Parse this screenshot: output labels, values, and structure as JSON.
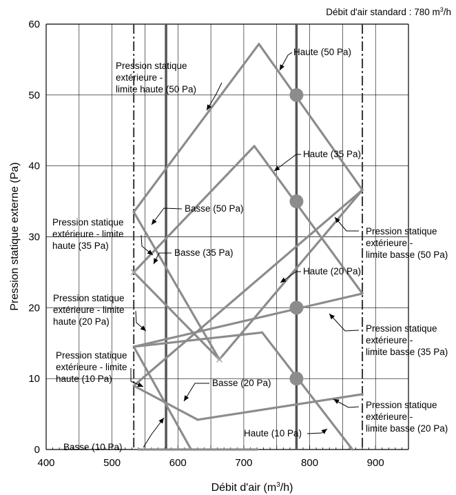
{
  "chart_data": {
    "type": "line",
    "title": "Débit d'air standard : 780 m³/h",
    "xlabel": "Débit d'air (m³/h)",
    "ylabel": "Pression statique externe (Pa)",
    "xlim": [
      400,
      950
    ],
    "ylim": [
      0,
      60
    ],
    "x_ticks": [
      "400",
      "500",
      "600",
      "700",
      "800",
      "900"
    ],
    "y_ticks": [
      "0",
      "10",
      "20",
      "30",
      "40",
      "50",
      "60"
    ],
    "grid": true,
    "colors": {
      "curve": "#8c8c8c",
      "line": "#555555",
      "marker": "#8c8c8c",
      "grid": "#000000"
    },
    "reference_lines": {
      "solid_x": [
        582,
        780
      ],
      "dashdot_x": [
        533,
        880
      ]
    },
    "series": [
      {
        "name": "Haute (50 Pa)",
        "points": [
          [
            723,
            57.2
          ],
          [
            880,
            36.6
          ]
        ]
      },
      {
        "name": "Haute (35 Pa)",
        "points": [
          [
            716,
            42.8
          ],
          [
            880,
            22.0
          ]
        ]
      },
      {
        "name": "Haute (20 Pa)",
        "points": [
          [
            728,
            16.5
          ],
          [
            865,
            0
          ]
        ]
      },
      {
        "name": "Haute (10 Pa)",
        "points": [
          [
            630,
            4.2
          ],
          [
            880,
            7.8
          ]
        ]
      },
      {
        "name": "Basse (50 Pa)",
        "points": [
          [
            533,
            33.5
          ],
          [
            723,
            57.2
          ]
        ]
      },
      {
        "name": "Basse (35 Pa)",
        "points": [
          [
            533,
            25.0
          ],
          [
            716,
            42.8
          ]
        ]
      },
      {
        "name": "Basse (20 Pa)",
        "points": [
          [
            533,
            14.5
          ],
          [
            728,
            16.5
          ]
        ]
      },
      {
        "name": "Basse (10 Pa)",
        "points": [
          [
            533,
            9.0
          ],
          [
            630,
            4.2
          ]
        ]
      },
      {
        "name": "Pression statique extérieure - limite haute (50 Pa)",
        "points": [
          [
            533,
            33.5
          ],
          [
            663,
            12.7
          ]
        ]
      },
      {
        "name": "Pression statique extérieure - limite haute (35 Pa)",
        "points": [
          [
            533,
            25.0
          ],
          [
            663,
            12.7
          ]
        ]
      },
      {
        "name": "Pression statique extérieure - limite haute (20 Pa)",
        "points": [
          [
            533,
            14.5
          ],
          [
            620,
            0
          ]
        ]
      },
      {
        "name": "Pression statique extérieure - limite haute (10 Pa)",
        "points": [
          [
            533,
            9.0
          ],
          [
            880,
            36.6
          ]
        ]
      },
      {
        "name": "Pression statique extérieure - limite basse (50 Pa)",
        "points": [
          [
            663,
            12.7
          ],
          [
            880,
            36.6
          ]
        ]
      },
      {
        "name": "Pression statique extérieure - limite basse (35 Pa)",
        "points": [
          [
            533,
            14.5
          ],
          [
            880,
            22.0
          ]
        ]
      },
      {
        "name": "Pression statique extérieure - limite basse (20 Pa)",
        "points": [
          [
            540,
            0
          ],
          [
            720,
            0
          ]
        ]
      }
    ],
    "markers": [
      [
        780,
        50
      ],
      [
        780,
        35
      ],
      [
        780,
        20
      ],
      [
        780,
        10
      ]
    ],
    "annotations": [
      {
        "lines": [
          "Haute (50 Pa)"
        ]
      },
      {
        "lines": [
          "Haute (35 Pa)"
        ]
      },
      {
        "lines": [
          "Haute (20 Pa)"
        ]
      },
      {
        "lines": [
          "Haute (10 Pa)"
        ]
      },
      {
        "lines": [
          "Basse (50 Pa)"
        ]
      },
      {
        "lines": [
          "Basse (35 Pa)"
        ]
      },
      {
        "lines": [
          "Basse (20 Pa)"
        ]
      },
      {
        "lines": [
          "Basse (10 Pa)"
        ]
      },
      {
        "lines": [
          "Pression statique",
          "extérieure -",
          "limite haute (50 Pa)"
        ]
      },
      {
        "lines": [
          "Pression statique",
          "extérieure - limite",
          "haute (35 Pa)"
        ]
      },
      {
        "lines": [
          "Pression statique",
          "extérieure - limite",
          "haute (20 Pa)"
        ]
      },
      {
        "lines": [
          "Pression statique",
          "extérieure - limite",
          "haute (10 Pa)"
        ]
      },
      {
        "lines": [
          "Pression statique",
          "extérieure -",
          "limite basse (50 Pa)"
        ]
      },
      {
        "lines": [
          "Pression statique",
          "extérieure -",
          "limite basse (35 Pa)"
        ]
      },
      {
        "lines": [
          "Pression statique",
          "extérieure -",
          "limite basse (20 Pa)"
        ]
      }
    ]
  }
}
